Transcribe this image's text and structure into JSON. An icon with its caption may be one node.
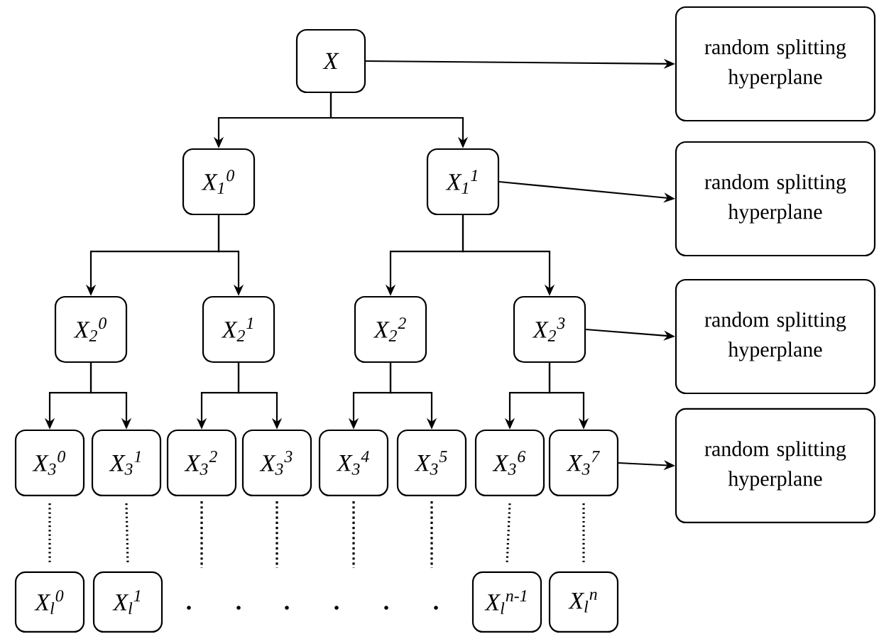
{
  "diagram": {
    "nodes": [
      {
        "text": [
          "X"
        ]
      },
      {
        "text": [
          "X$_{1}$$^{0}$"
        ]
      },
      {
        "text": [
          "X$_{1}$$^{1}$"
        ]
      },
      {
        "text": [
          "X$_{2}$$^{0}$"
        ]
      },
      {
        "text": [
          "X$_{2}$$^{1}$"
        ]
      },
      {
        "text": [
          "X$_{2}$$^{2}$"
        ]
      },
      {
        "text": [
          "X$_{2}$$^{3}$"
        ]
      },
      {
        "text": [
          "X$_{3}$$^{0}$"
        ]
      },
      {
        "text": [
          "X$_{3}$$^{1}$"
        ]
      },
      {
        "text": [
          "X$_{3}$$^{2}$"
        ]
      },
      {
        "text": [
          "X$_{3}$$^{3}$"
        ]
      },
      {
        "text": [
          "X$_{3}$$^{4}$"
        ]
      },
      {
        "text": [
          "X$_{3}$$^{5}$"
        ]
      },
      {
        "text": [
          "X$_{3}$$^{6}$"
        ]
      },
      {
        "text": [
          "X$_{3}$$^{7}$"
        ]
      },
      {
        "text": [
          "X$_{l}$$^{0}$"
        ]
      },
      {
        "text": [
          "X$_{l}$$^{1}$"
        ]
      },
      {
        "text": [
          "X$_{l}$$^{n-1}$"
        ]
      },
      {
        "text": [
          "X$_{l}$$^{n}$"
        ]
      },
      {
        "text": [
          "random splitting hyperplane"
        ]
      },
      {
        "text": [
          "random splitting hyperplane"
        ]
      },
      {
        "text": [
          "random splitting hyperplane"
        ]
      },
      {
        "text": [
          "random splitting hyperplane"
        ]
      }
    ],
    "edges": [
      {
        "from": 0,
        "to": 1,
        "arrow": "to"
      },
      {
        "from": 0,
        "to": 2,
        "arrow": "to"
      },
      {
        "from": 1,
        "to": 3,
        "arrow": "to"
      },
      {
        "from": 1,
        "to": 4,
        "arrow": "to"
      },
      {
        "from": 2,
        "to": 5,
        "arrow": "to"
      },
      {
        "from": 2,
        "to": 6,
        "arrow": "to"
      },
      {
        "from": 3,
        "to": 7,
        "arrow": "to"
      },
      {
        "from": 3,
        "to": 8,
        "arrow": "to"
      },
      {
        "from": 4,
        "to": 9,
        "arrow": "to"
      },
      {
        "from": 4,
        "to": 10,
        "arrow": "to"
      },
      {
        "from": 5,
        "to": 11,
        "arrow": "to"
      },
      {
        "from": 5,
        "to": 12,
        "arrow": "to"
      },
      {
        "from": 6,
        "to": 13,
        "arrow": "to"
      },
      {
        "from": 6,
        "to": 14,
        "arrow": "to"
      },
      {
        "from": 7,
        "to": 15,
        "arrow": "none",
        "style": "dashed"
      },
      {
        "from": 8,
        "to": 16,
        "arrow": "none",
        "style": "dashed"
      },
      {
        "from": 13,
        "to": 17,
        "arrow": "none",
        "style": "dashed"
      },
      {
        "from": 14,
        "to": 18,
        "arrow": "none",
        "style": "dashed"
      },
      {
        "from": 0,
        "to": 19,
        "arrow": "to"
      },
      {
        "from": 2,
        "to": 20,
        "arrow": "to"
      },
      {
        "from": 6,
        "to": 21,
        "arrow": "to"
      },
      {
        "from": 14,
        "to": 22,
        "arrow": "to"
      }
    ]
  }
}
